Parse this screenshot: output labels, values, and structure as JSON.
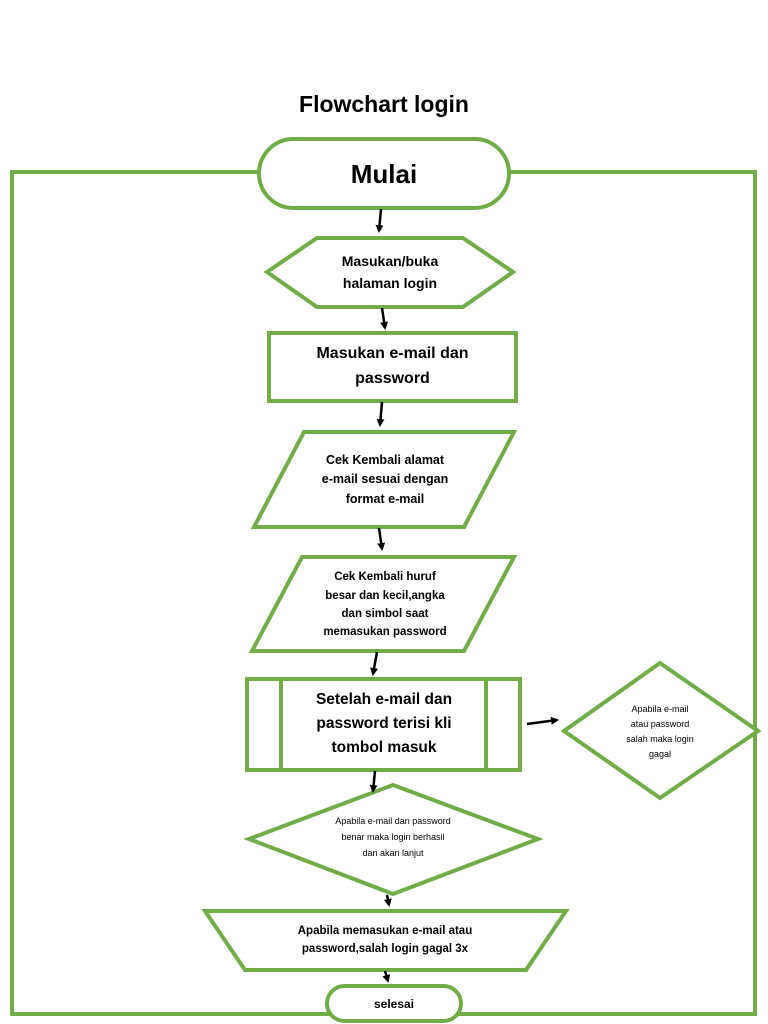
{
  "title": "Flowchart login",
  "nodes": {
    "start": "Mulai",
    "open_login": "Masukan/buka\nhalaman login",
    "enter_credentials": "Masukan e-mail dan\npassword",
    "check_email": "Cek Kembali alamat\ne-mail sesuai dengan\nformat e-mail",
    "check_password": "Cek Kembali huruf\nbesar dan kecil,angka\ndan simbol saat\nmemasukan password",
    "click_login": "Setelah e-mail dan\npassword terisi kli\ntombol masuk",
    "login_failed": "Apabila e-mail\natau password\nsalah maka login\ngagal",
    "login_success": "Apabila e-mail dan password\nbenar maka login berhasil\ndan akan lanjut",
    "fail_three_times": "Apabila memasukan e-mail atau\npassword,salah login gagal 3x",
    "end": "selesai"
  },
  "colors": {
    "shape_stroke": "#70ad47",
    "arrow": "#000000",
    "text": "#000000"
  }
}
